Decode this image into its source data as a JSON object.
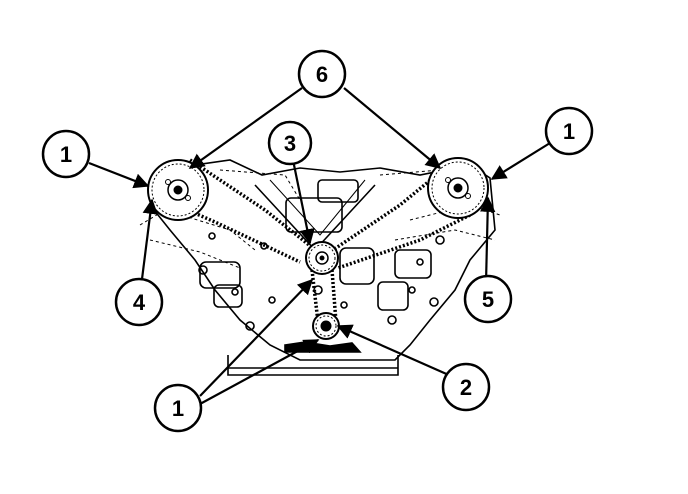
{
  "callouts": [
    {
      "id": "c1-left",
      "label": "1"
    },
    {
      "id": "c1-right",
      "label": "1"
    },
    {
      "id": "c1-bottom",
      "label": "1"
    },
    {
      "id": "c2",
      "label": "2"
    },
    {
      "id": "c3",
      "label": "3"
    },
    {
      "id": "c4",
      "label": "4"
    },
    {
      "id": "c5",
      "label": "5"
    },
    {
      "id": "c6",
      "label": "6"
    }
  ],
  "colors": {
    "line": "#000000",
    "background": "#ffffff"
  }
}
